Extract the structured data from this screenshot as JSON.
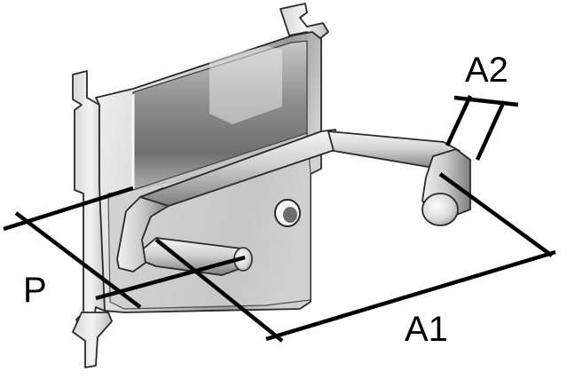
{
  "labels": {
    "a1": "A1",
    "a2": "A2",
    "p": "P"
  },
  "colors": {
    "background": "#ffffff",
    "metal_light": "#e4e4e4",
    "metal_mid": "#bdbdbd",
    "metal_dark": "#8a8a8a",
    "metal_shadow": "#5a5a5a",
    "outline": "#2a2a2a",
    "dimension": "#000000"
  }
}
